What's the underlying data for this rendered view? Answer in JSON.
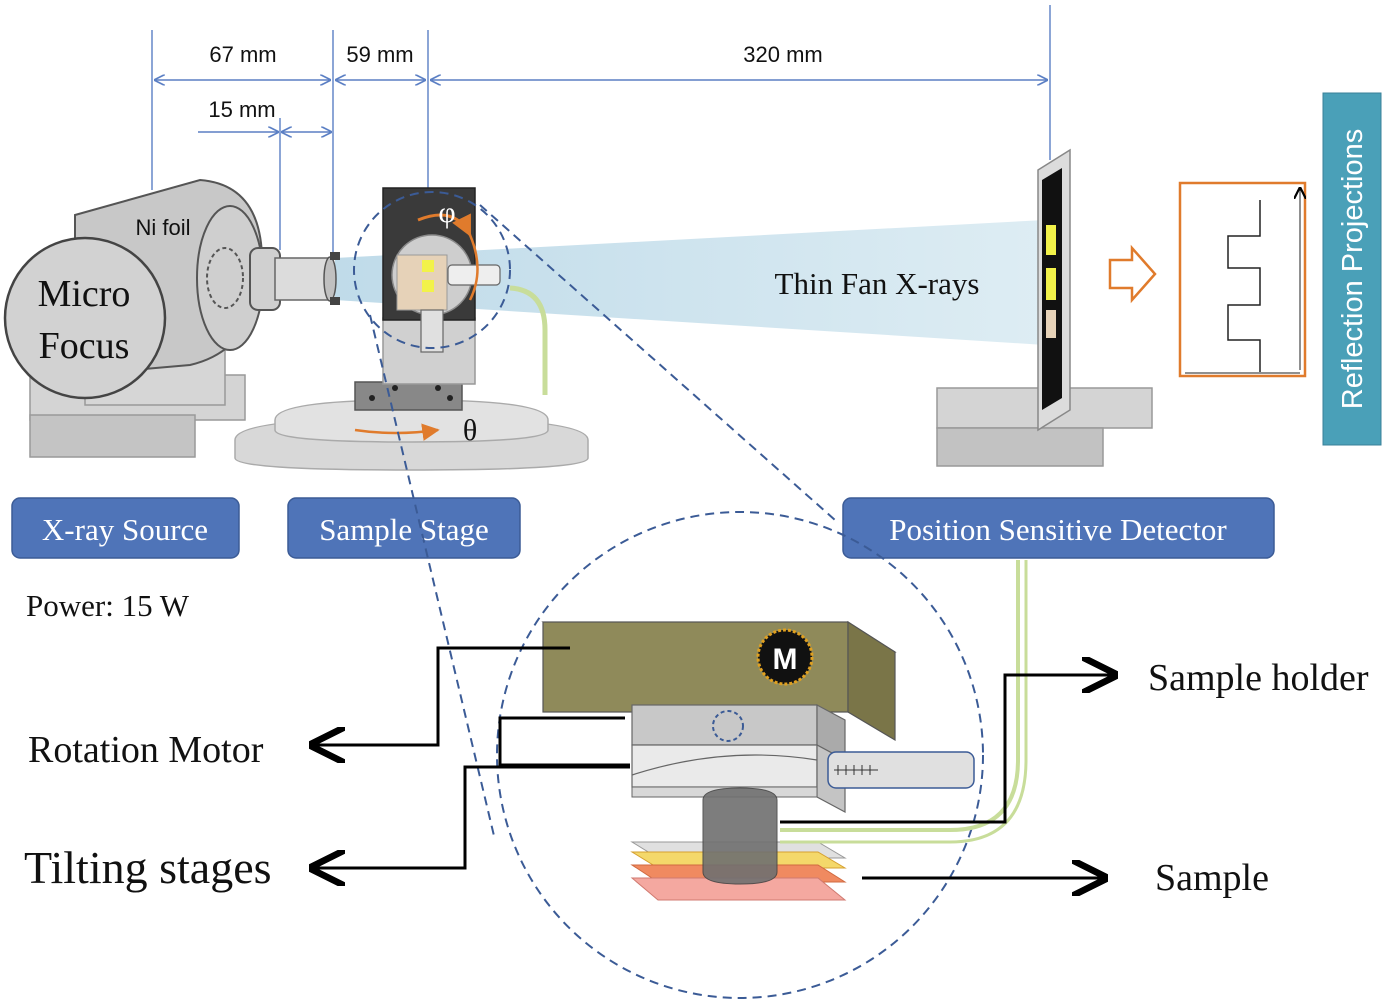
{
  "dimensions": {
    "d1": "67 mm",
    "d2": "59 mm",
    "d3": "320 mm",
    "d4": "15 mm"
  },
  "source": {
    "foil_label": "Ni foil",
    "line1": "Micro",
    "line2": "Focus",
    "box_label": "X-ray Source",
    "power": "Power: 15 W"
  },
  "stage": {
    "phi": "φ",
    "theta": "θ",
    "box_label": "Sample Stage"
  },
  "beam": {
    "label": "Thin Fan X-rays"
  },
  "detector": {
    "box_label": "Position Sensitive Detector"
  },
  "projections": {
    "label": "Reflection Projections"
  },
  "detail": {
    "motor_symbol": "M",
    "rotation_motor": "Rotation Motor",
    "tilting_stages": "Tilting stages",
    "sample_holder": "Sample holder",
    "sample": "Sample"
  },
  "colors": {
    "label_box": "#4f74b8",
    "dimension_line": "#5b7fc4",
    "beam": "#cfe4ee",
    "accent_arrow": "#e07b2c",
    "projection_panel": "#4aa0b8",
    "motor_block": "#8f8a5a",
    "cable": "#c8dd9a"
  }
}
